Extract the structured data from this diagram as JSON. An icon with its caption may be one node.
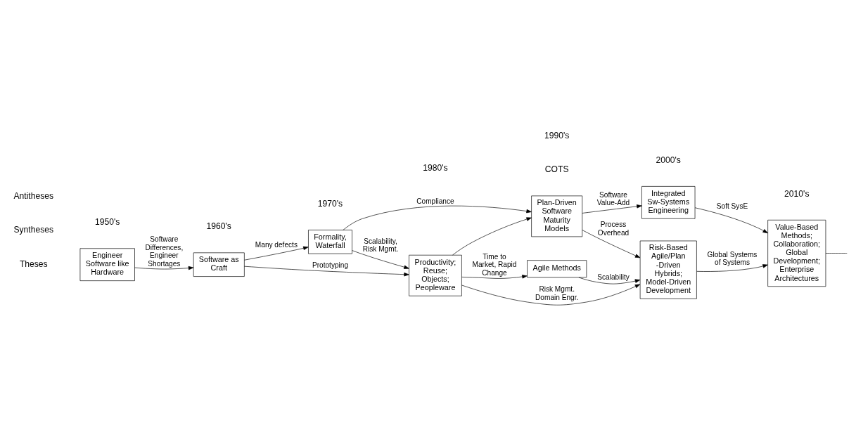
{
  "diagram": {
    "nodes": [
      {
        "text": [
          "Engineer Software like Hardware"
        ]
      },
      {
        "text": [
          "Software as Craft"
        ]
      },
      {
        "text": [
          "Formality, Waterfall"
        ]
      },
      {
        "text": [
          "Productivity; Reuse; Objects; Peopleware"
        ]
      },
      {
        "text": [
          "Plan-Driven Software Maturity Models"
        ]
      },
      {
        "text": [
          "Agile Methods"
        ]
      },
      {
        "text": [
          "Integrated Sw-Systems Engineering"
        ]
      },
      {
        "text": [
          "Risk-Based Agile/Plan -Driven Hybrids; Model-Driven Development"
        ]
      },
      {
        "text": [
          "Value-Based Methods; Collaboration; Global Development; Enterprise Architectures"
        ]
      }
    ],
    "edges": [
      {
        "from": 0,
        "to": 1,
        "arrow": "to",
        "label": "Software Differences, Engineer Shortages"
      },
      {
        "from": 1,
        "to": 2,
        "arrow": "to",
        "label": "Many defects"
      },
      {
        "from": 1,
        "to": 3,
        "arrow": "to",
        "label": "Prototyping"
      },
      {
        "from": 2,
        "to": 3,
        "arrow": "to",
        "label": "Scalability, Risk Mgmt."
      },
      {
        "from": 2,
        "to": 4,
        "arrow": "to",
        "label": "Compliance"
      },
      {
        "from": 3,
        "to": 4,
        "arrow": "to"
      },
      {
        "from": 3,
        "to": 5,
        "arrow": "to",
        "label": "Time to Market, Rapid Change"
      },
      {
        "from": 3,
        "to": 7,
        "arrow": "to",
        "label": "Risk Mgmt. Domain Engr."
      },
      {
        "from": 4,
        "to": 6,
        "arrow": "to",
        "label": "Software Value-Add"
      },
      {
        "from": 4,
        "to": 7,
        "arrow": "to",
        "label": "Process Overhead"
      },
      {
        "from": 5,
        "to": 7,
        "arrow": "to",
        "label": "Scalability"
      },
      {
        "from": 6,
        "to": 8,
        "arrow": "to",
        "label": "Soft SysE"
      },
      {
        "from": 7,
        "to": 8,
        "arrow": "to",
        "label": "Global Systems of Systems"
      },
      {
        "from": 8,
        "to": null,
        "arrow": "none"
      }
    ],
    "labels": [
      "Theses",
      "Syntheses",
      "Antitheses",
      "COTS",
      "1950's",
      "1960's",
      "1970's",
      "1980's",
      "1990's",
      "2000's",
      "2010's"
    ]
  }
}
